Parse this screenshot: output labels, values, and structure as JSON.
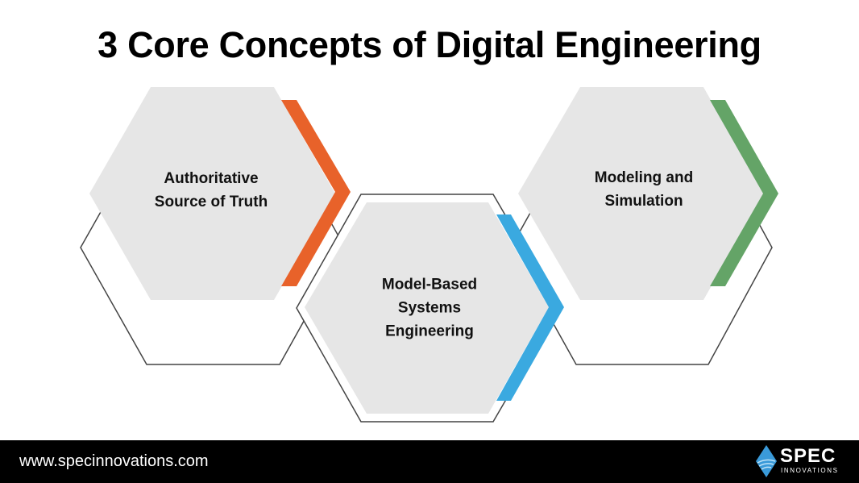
{
  "title": "3 Core Concepts of Digital Engineering",
  "concepts": [
    {
      "lines": [
        "Authoritative",
        "Source of Truth"
      ],
      "color": "#e8622a"
    },
    {
      "lines": [
        "Model-Based",
        "Systems",
        "Engineering"
      ],
      "color": "#3aa9e0"
    },
    {
      "lines": [
        "Modeling and",
        "Simulation"
      ],
      "color": "#64a467"
    }
  ],
  "footer": {
    "url": "www.specinnovations.com",
    "logo_word": "SPEC",
    "logo_sub": "INNOVATIONS"
  }
}
